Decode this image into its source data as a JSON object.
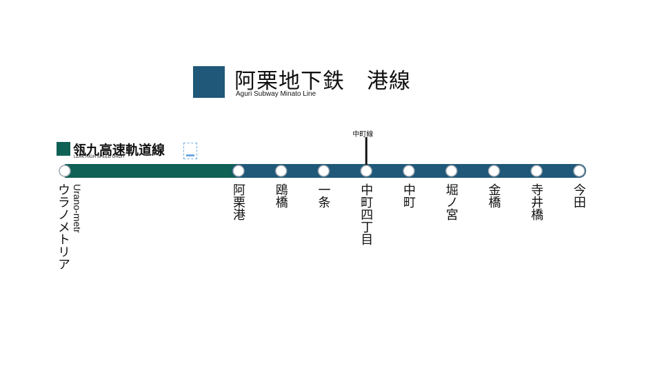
{
  "title": "阿栗地下鉄　港線",
  "subtitle": "Aguri Subway Minato Line",
  "line_color": "#1f5878",
  "connecting_line": {
    "name": "瓴九高速軌道線",
    "sub": "LEAK HIGH SPEED ORDIT",
    "color": "#0f6055",
    "logo_icon": "transit-logo-icon",
    "terminal_station": "ウラノメトリア",
    "terminal_station_en": "Urano-metr"
  },
  "branch": {
    "label": "中町線",
    "at_station": 3
  },
  "stations": [
    "阿栗港",
    "鴎橋",
    "一条",
    "中町四丁目",
    "中町",
    "堀ノ宮",
    "金橋",
    "寺井橋",
    "今田"
  ]
}
